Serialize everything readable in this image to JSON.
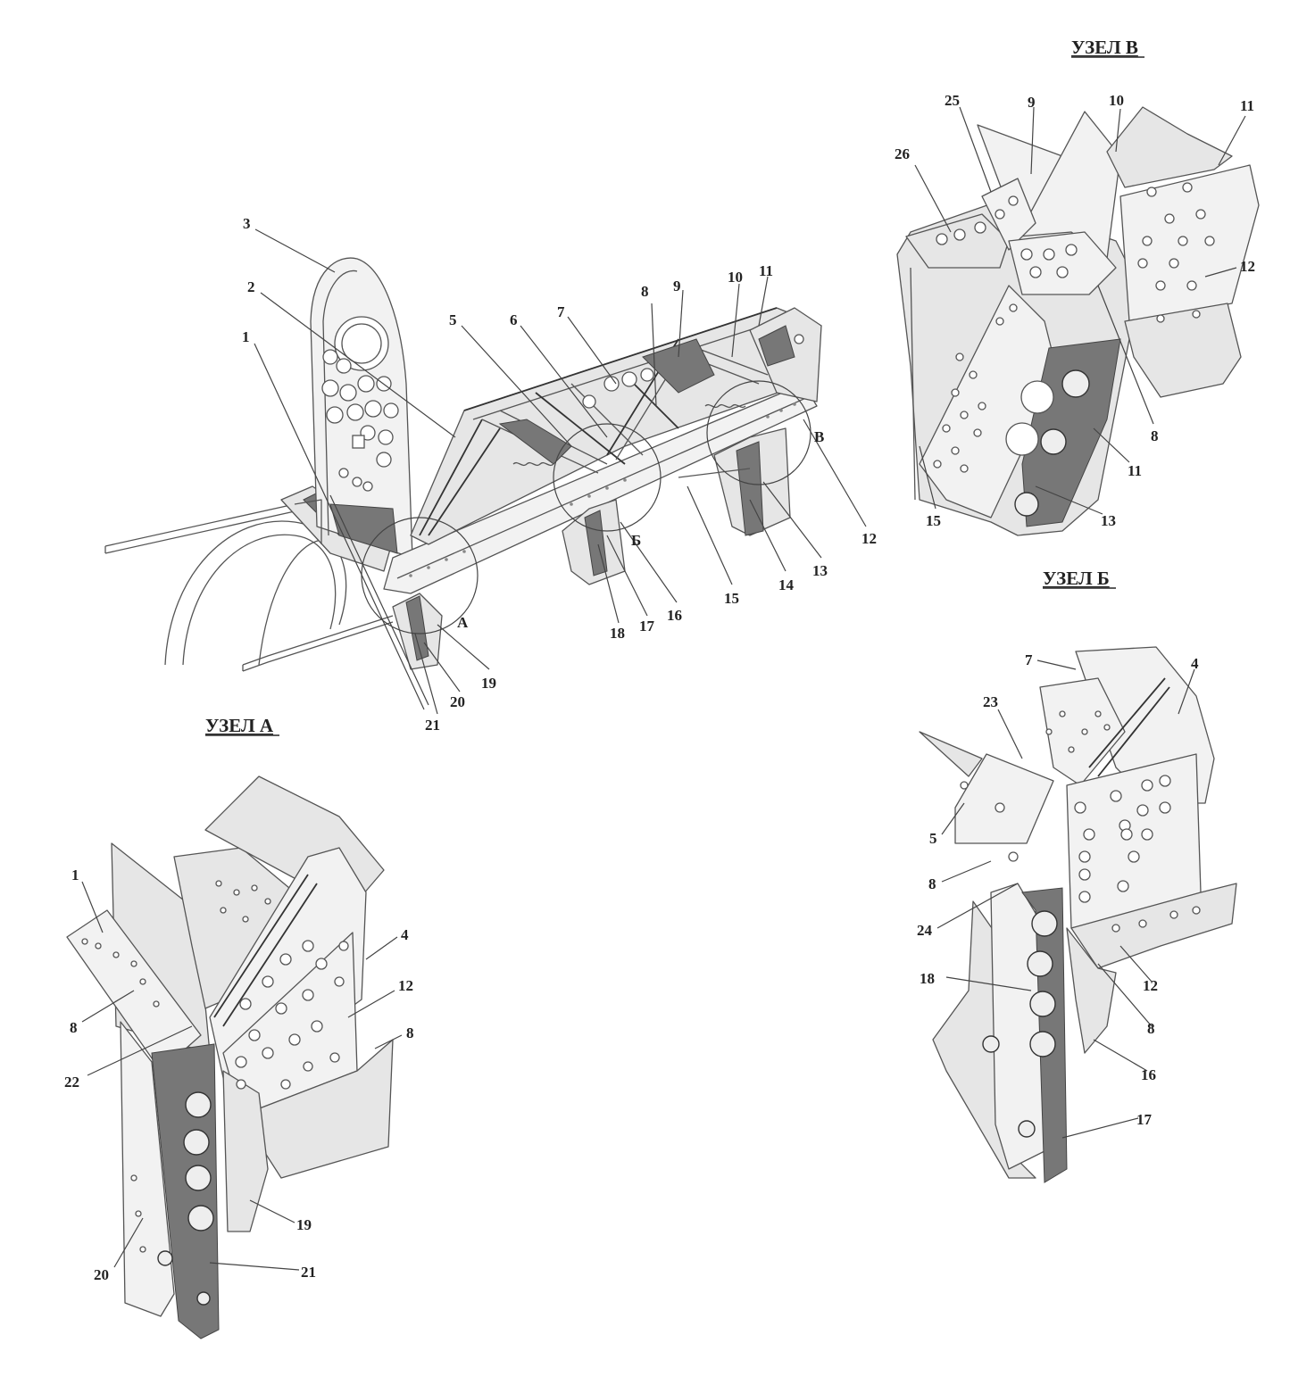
{
  "titles": {
    "node_v": "УЗЕЛ  В",
    "node_b": "УЗЕЛ  Б",
    "node_a": "УЗЕЛ  А"
  },
  "callouts": {
    "main": [
      {
        "id": "m1",
        "text": "1"
      },
      {
        "id": "m2",
        "text": "2"
      },
      {
        "id": "m3",
        "text": "3"
      },
      {
        "id": "m5",
        "text": "5"
      },
      {
        "id": "m6",
        "text": "6"
      },
      {
        "id": "m7",
        "text": "7"
      },
      {
        "id": "m8",
        "text": "8"
      },
      {
        "id": "m9",
        "text": "9"
      },
      {
        "id": "m10",
        "text": "10"
      },
      {
        "id": "m11",
        "text": "11"
      },
      {
        "id": "m12",
        "text": "12"
      },
      {
        "id": "m13",
        "text": "13"
      },
      {
        "id": "m14",
        "text": "14"
      },
      {
        "id": "m15",
        "text": "15"
      },
      {
        "id": "m16",
        "text": "16"
      },
      {
        "id": "m17",
        "text": "17"
      },
      {
        "id": "m18",
        "text": "18"
      },
      {
        "id": "m19",
        "text": "19"
      },
      {
        "id": "m20",
        "text": "20"
      },
      {
        "id": "m21",
        "text": "21"
      },
      {
        "id": "mA",
        "text": "А"
      },
      {
        "id": "mB",
        "text": "Б"
      },
      {
        "id": "mV",
        "text": "В"
      }
    ],
    "node_v": [
      {
        "id": "v25",
        "text": "25"
      },
      {
        "id": "v9",
        "text": "9"
      },
      {
        "id": "v10",
        "text": "10"
      },
      {
        "id": "v11a",
        "text": "11"
      },
      {
        "id": "v26",
        "text": "26"
      },
      {
        "id": "v12",
        "text": "12"
      },
      {
        "id": "v8",
        "text": "8"
      },
      {
        "id": "v11b",
        "text": "11"
      },
      {
        "id": "v15",
        "text": "15"
      },
      {
        "id": "v13",
        "text": "13"
      }
    ],
    "node_b": [
      {
        "id": "b7",
        "text": "7"
      },
      {
        "id": "b4",
        "text": "4"
      },
      {
        "id": "b23",
        "text": "23"
      },
      {
        "id": "b5",
        "text": "5"
      },
      {
        "id": "b8a",
        "text": "8"
      },
      {
        "id": "b24",
        "text": "24"
      },
      {
        "id": "b18",
        "text": "18"
      },
      {
        "id": "b12",
        "text": "12"
      },
      {
        "id": "b8b",
        "text": "8"
      },
      {
        "id": "b16",
        "text": "16"
      },
      {
        "id": "b17",
        "text": "17"
      }
    ],
    "node_a": [
      {
        "id": "a1",
        "text": "1"
      },
      {
        "id": "a4",
        "text": "4"
      },
      {
        "id": "a12",
        "text": "12"
      },
      {
        "id": "a8a",
        "text": "8"
      },
      {
        "id": "a8b",
        "text": "8"
      },
      {
        "id": "a22",
        "text": "22"
      },
      {
        "id": "a19",
        "text": "19"
      },
      {
        "id": "a20",
        "text": "20"
      },
      {
        "id": "a21",
        "text": "21"
      }
    ]
  }
}
